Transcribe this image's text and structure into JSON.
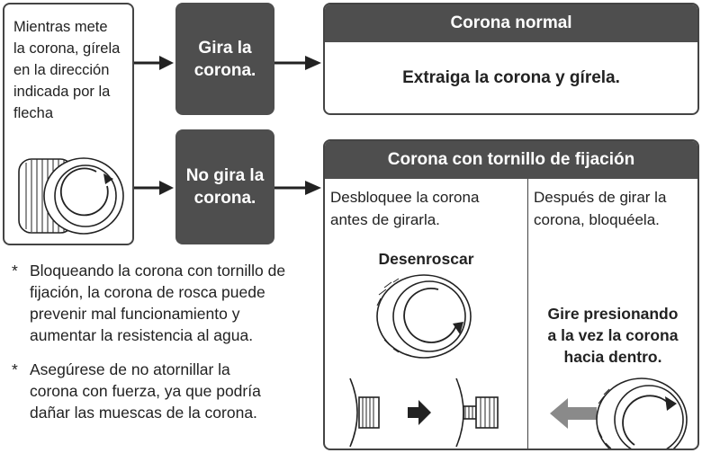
{
  "instruction": {
    "lines": [
      "Mientras mete",
      "la corona, gírela",
      "en la dirección",
      "indicada por la",
      "flecha"
    ]
  },
  "decision_turns": [
    "Gira la",
    "corona."
  ],
  "decision_not_turn": [
    "No gira la",
    "corona."
  ],
  "normal_crown": {
    "title": "Corona normal",
    "body": "Extraiga la corona y gírela."
  },
  "screw_crown": {
    "title": "Corona con tornillo de fijación",
    "left_text": [
      "Desbloquee la corona",
      "antes de girarla."
    ],
    "right_text": [
      "Después de girar la",
      "corona, bloquéela."
    ],
    "unscrew_label": "Desenroscar",
    "press_text": [
      "Gire presionando",
      "a la vez la corona",
      "hacia dentro."
    ]
  },
  "notes": [
    {
      "mark": "*",
      "lines": [
        "Bloqueando la corona con tornillo de",
        "fijación, la corona de rosca puede",
        "prevenir mal funcionamiento y",
        "aumentar la resistencia al agua."
      ]
    },
    {
      "mark": "*",
      "lines": [
        "Asegúrese de no atornillar la",
        "corona con fuerza, ya que podría",
        "dañar las muescas de la corona."
      ]
    }
  ],
  "colors": {
    "dark_fill": "#4e4e4e",
    "line": "#222222",
    "gray_arrow": "#8a8a8a"
  },
  "icons": [
    "crown-icon",
    "arrow-right-icon",
    "rotation-arrow-icon",
    "press-arrow-icon"
  ]
}
